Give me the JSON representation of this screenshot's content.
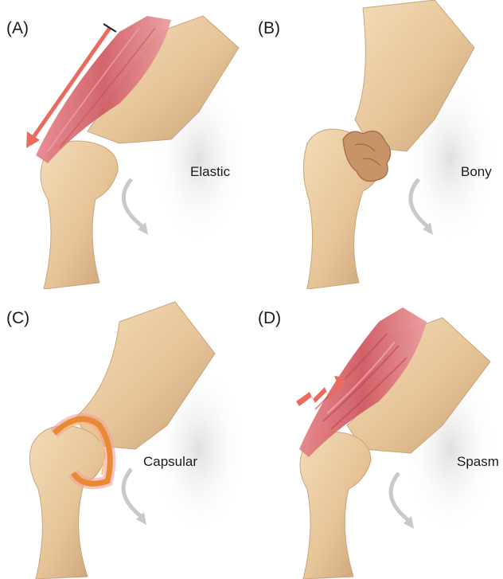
{
  "panels": [
    {
      "id": "A",
      "label": "(A)",
      "type": "Elastic"
    },
    {
      "id": "B",
      "label": "(B)",
      "type": "Bony"
    },
    {
      "id": "C",
      "label": "(C)",
      "type": "Capsular"
    },
    {
      "id": "D",
      "label": "(D)",
      "type": "Spasm"
    }
  ],
  "colors": {
    "bone": "#e8c9a0",
    "bone_shadow": "#c7a078",
    "muscle": "#d9656a",
    "arrow": "#ea6b5d",
    "capsule": "#e98a32",
    "rotation_arrow": "#c9c9c9"
  }
}
